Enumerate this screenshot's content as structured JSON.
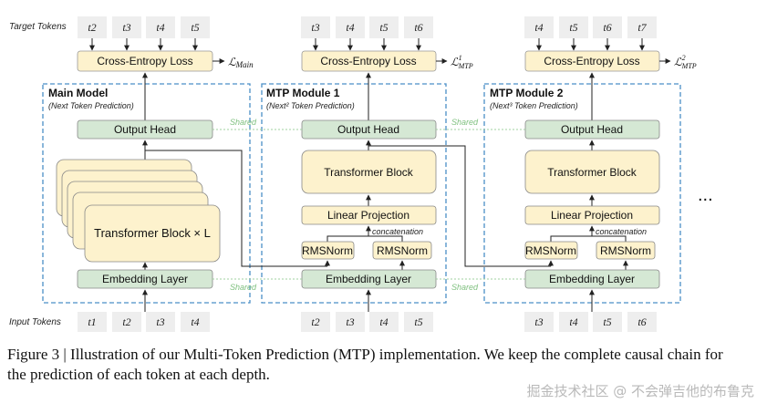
{
  "row_labels": {
    "target": "Target Tokens",
    "input": "Input Tokens"
  },
  "modules": [
    {
      "title": "Main Model",
      "subtitle": "(Next Token Prediction)",
      "target_tokens": [
        "t2",
        "t3",
        "t4",
        "t5"
      ],
      "input_tokens": [
        "t1",
        "t2",
        "t3",
        "t4"
      ],
      "loss_box": "Cross-Entropy Loss",
      "loss_label": "ℒMain",
      "output_head": "Output Head",
      "transformer": "Transformer Block × L",
      "embedding": "Embedding Layer"
    },
    {
      "title": "MTP Module 1",
      "subtitle": "(Next² Token Prediction)",
      "target_tokens": [
        "t3",
        "t4",
        "t5",
        "t6"
      ],
      "input_tokens": [
        "t2",
        "t3",
        "t4",
        "t5"
      ],
      "loss_box": "Cross-Entropy Loss",
      "loss_label": "ℒ¹MTP",
      "output_head": "Output Head",
      "transformer": "Transformer Block",
      "linear": "Linear Projection",
      "concat": "concatenation",
      "rmsnorm": [
        "RMSNorm",
        "RMSNorm"
      ],
      "embedding": "Embedding Layer"
    },
    {
      "title": "MTP Module 2",
      "subtitle": "(Next³ Token Prediction)",
      "target_tokens": [
        "t4",
        "t5",
        "t6",
        "t7"
      ],
      "input_tokens": [
        "t3",
        "t4",
        "t5",
        "t6"
      ],
      "loss_box": "Cross-Entropy Loss",
      "loss_label": "ℒ²MTP",
      "output_head": "Output Head",
      "transformer": "Transformer Block",
      "linear": "Linear Projection",
      "concat": "concatenation",
      "rmsnorm": [
        "RMSNorm",
        "RMSNorm"
      ],
      "embedding": "Embedding Layer"
    }
  ],
  "shared_label": "Shared",
  "ellipsis": "...",
  "caption": "Figure 3 | Illustration of our Multi-Token Prediction (MTP) implementation. We keep the complete causal chain for the prediction of each token at each depth.",
  "watermark": "掘金技术社区 @ 不会弹吉他的布鲁克",
  "colors": {
    "yellow": "#fdf2cd",
    "green": "#d5e8d4",
    "token": "#eeeeee",
    "dash_blue": "#4a8fc6",
    "shared_green": "#7fc07f"
  }
}
